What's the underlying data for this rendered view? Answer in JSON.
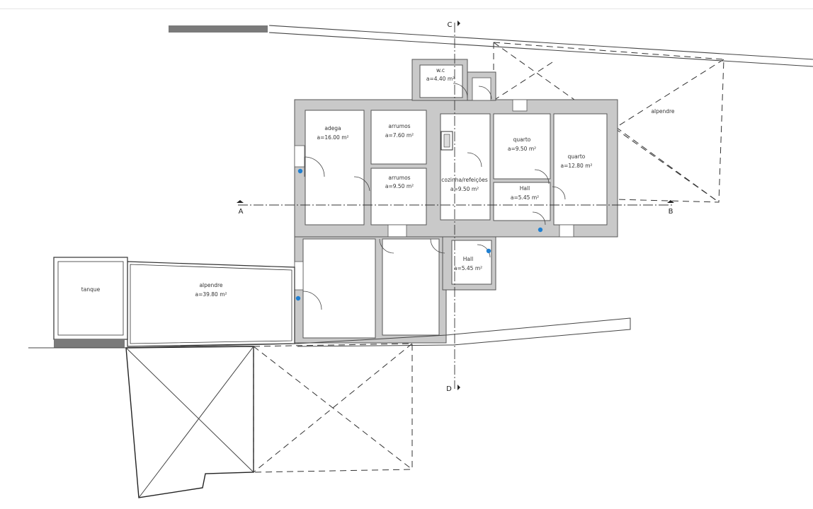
{
  "plan": {
    "rooms": {
      "wc": {
        "name": "w.c",
        "area": "a=4.40 m²"
      },
      "adega": {
        "name": "adega",
        "area": "a=16.00 m²"
      },
      "arrumos1": {
        "name": "arrumos",
        "area": "a=7.60 m²"
      },
      "arrumos2": {
        "name": "arrumos",
        "area": "a=9.50 m²"
      },
      "cozinha": {
        "name": "cozinha/refeições",
        "area": "a=9.50 m²"
      },
      "quarto1": {
        "name": "quarto",
        "area": "a=9.50 m²"
      },
      "quarto2": {
        "name": "quarto",
        "area": "a=12.80 m²"
      },
      "hall1": {
        "name": "Hall",
        "area": "a=5.45 m²"
      },
      "hall2": {
        "name": "Hall",
        "area": "a=5.45 m²"
      },
      "alpendre1": {
        "name": "alpendre",
        "area": "a=39.80 m²"
      },
      "alpendre2": {
        "name": "alpendre",
        "area": ""
      },
      "tanque": {
        "name": "tanque",
        "area": ""
      }
    },
    "section_marks": {
      "a": "A",
      "b": "B",
      "c": "C",
      "d": "D"
    },
    "colors": {
      "wall_fill": "#c9c9c9",
      "line": "#333333",
      "marker": "#1f7fd1"
    }
  }
}
